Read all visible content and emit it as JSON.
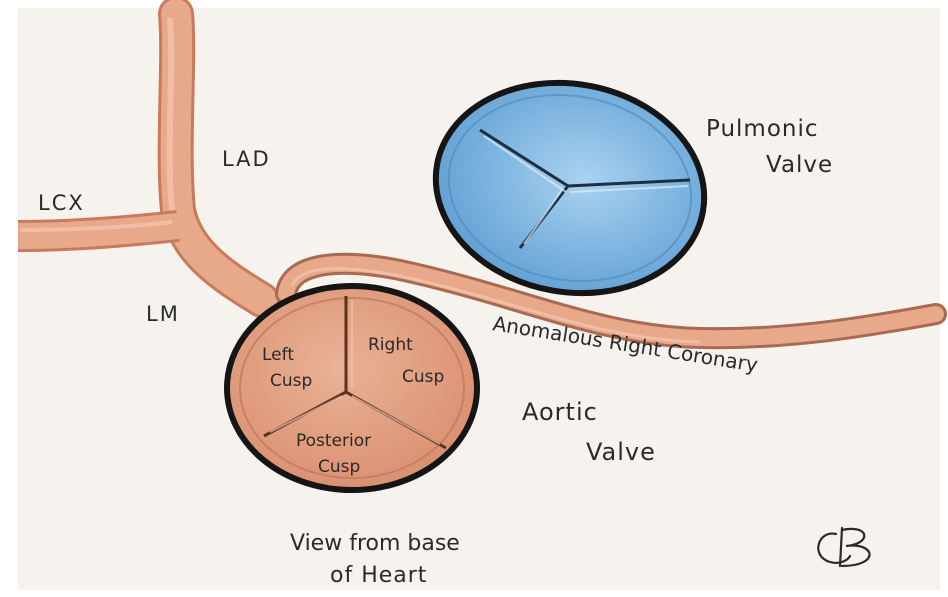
{
  "labels": {
    "lcx": "LCX",
    "lad": "LAD",
    "lm": "LM",
    "pulmonic_line1": "Pulmonic",
    "pulmonic_line2": "Valve",
    "left_cusp_line1": "Left",
    "left_cusp_line2": "Cusp",
    "right_cusp_line1": "Right",
    "right_cusp_line2": "Cusp",
    "posterior_cusp_line1": "Posterior",
    "posterior_cusp_line2": "Cusp",
    "anomalous_right_coronary": "Anomalous Right Coronary",
    "aortic_line1": "Aortic",
    "aortic_line2": "Valve",
    "view_line1": "View from base",
    "view_line2": "of Heart"
  },
  "signature": "CB",
  "colors": {
    "artery": "#e8a98a",
    "artery_dark": "#c97a5d",
    "aortic_fill": "#e2a184",
    "pulmonic_fill": "#7fb7e2",
    "pulmonic_light": "#b8dbf3",
    "outline": "#151515",
    "background": "#f6f3ee"
  }
}
